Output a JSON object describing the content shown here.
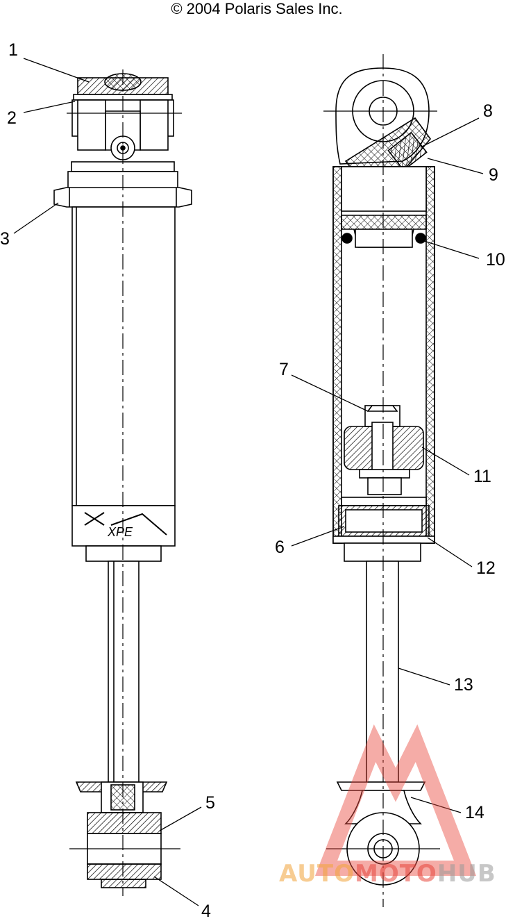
{
  "copyright": "© 2004 Polaris Sales Inc.",
  "callouts": [
    {
      "id": "1",
      "label": "1"
    },
    {
      "id": "2",
      "label": "2"
    },
    {
      "id": "3",
      "label": "3"
    },
    {
      "id": "4",
      "label": "4"
    },
    {
      "id": "5",
      "label": "5"
    },
    {
      "id": "6",
      "label": "6"
    },
    {
      "id": "7",
      "label": "7"
    },
    {
      "id": "8",
      "label": "8"
    },
    {
      "id": "9",
      "label": "9"
    },
    {
      "id": "10",
      "label": "10"
    },
    {
      "id": "11",
      "label": "11"
    },
    {
      "id": "12",
      "label": "12"
    },
    {
      "id": "13",
      "label": "13"
    },
    {
      "id": "14",
      "label": "14"
    }
  ],
  "logo_text": "XPE",
  "watermark": {
    "text_a": "AUTO",
    "text_b": "MOTO",
    "text_c": "HUB",
    "color_red": "#e8463c",
    "color_orange": "#f2a33a",
    "color_grey": "#9a9a9a"
  }
}
